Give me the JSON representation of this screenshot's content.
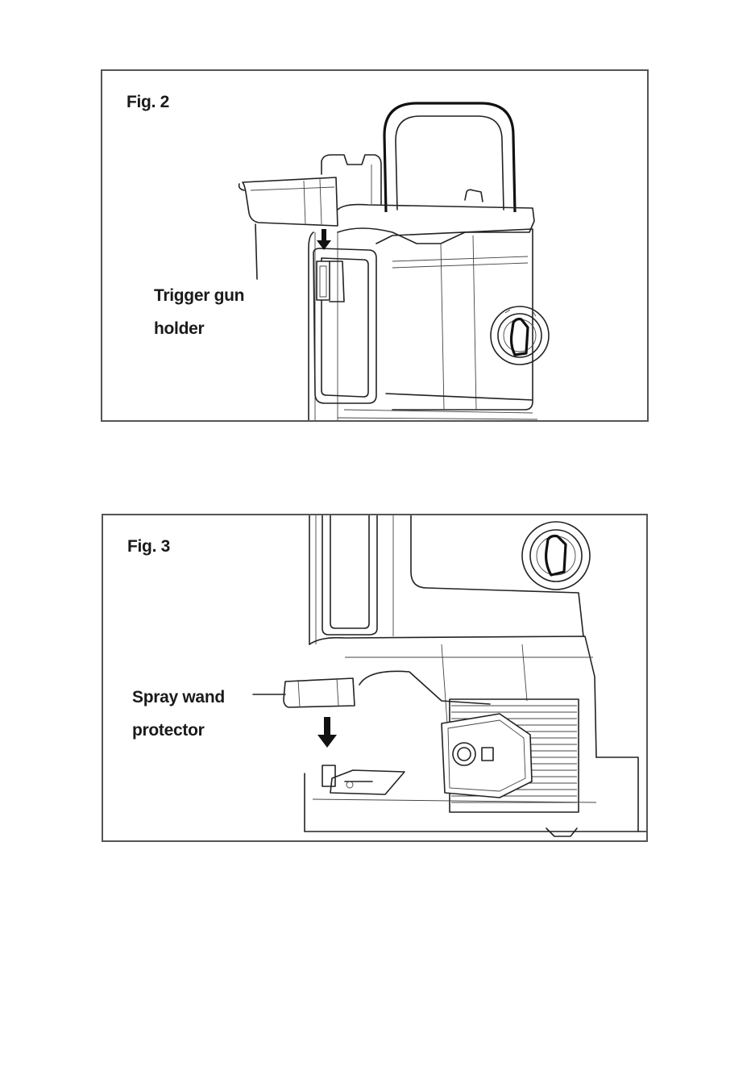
{
  "figures": [
    {
      "title": "Fig. 2",
      "callout": [
        "Trigger gun",
        "holder"
      ]
    },
    {
      "title": "Fig. 3",
      "callout": [
        "Spray wand",
        "protector"
      ]
    }
  ]
}
